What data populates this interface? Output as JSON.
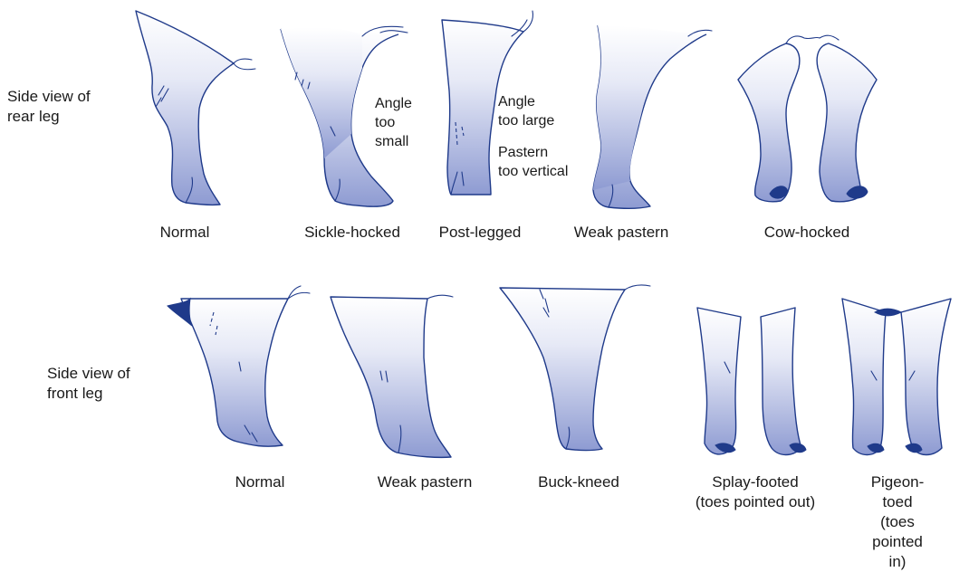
{
  "rows": {
    "rear": {
      "row_label": "Side view of\nrear leg",
      "items": [
        {
          "caption": "Normal"
        },
        {
          "caption": "Sickle-hocked",
          "note": "Angle\ntoo\nsmall"
        },
        {
          "caption": "Post-legged",
          "note": "Angle\ntoo large",
          "note2": "Pastern\ntoo vertical"
        },
        {
          "caption": "Weak pastern"
        },
        {
          "caption": "Cow-hocked"
        }
      ]
    },
    "front": {
      "row_label": "Side view of\nfront leg",
      "items": [
        {
          "caption": "Normal"
        },
        {
          "caption": "Weak pastern"
        },
        {
          "caption": "Buck-kneed"
        },
        {
          "caption": "Splay-footed\n(toes pointed out)"
        },
        {
          "caption": "Pigeon-toed\n(toes pointed in)"
        }
      ]
    }
  },
  "colors": {
    "outline": "#1f3a8a",
    "fill_top": "#ffffff",
    "fill_bottom": "#9aa6d6"
  }
}
